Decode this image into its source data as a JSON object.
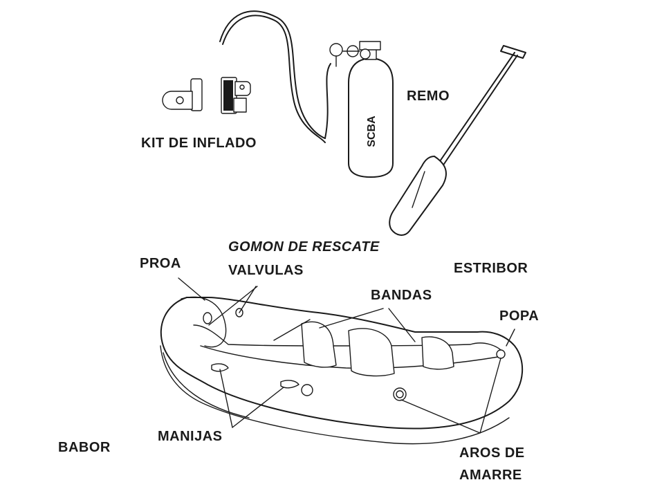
{
  "labels": {
    "kit_inflado": "KIT DE INFLADO",
    "remo": "REMO",
    "scba": "SCBA",
    "gomon": "GOMON DE RESCATE",
    "valvulas": "VALVULAS",
    "proa": "PROA",
    "estribor": "ESTRIBOR",
    "bandas": "BANDAS",
    "popa": "POPA",
    "manijas": "MANIJAS",
    "babor": "BABOR",
    "aros_1": "AROS DE",
    "aros_2": "AMARRE"
  },
  "colors": {
    "ink": "#1a1a1a",
    "background": "#ffffff"
  }
}
